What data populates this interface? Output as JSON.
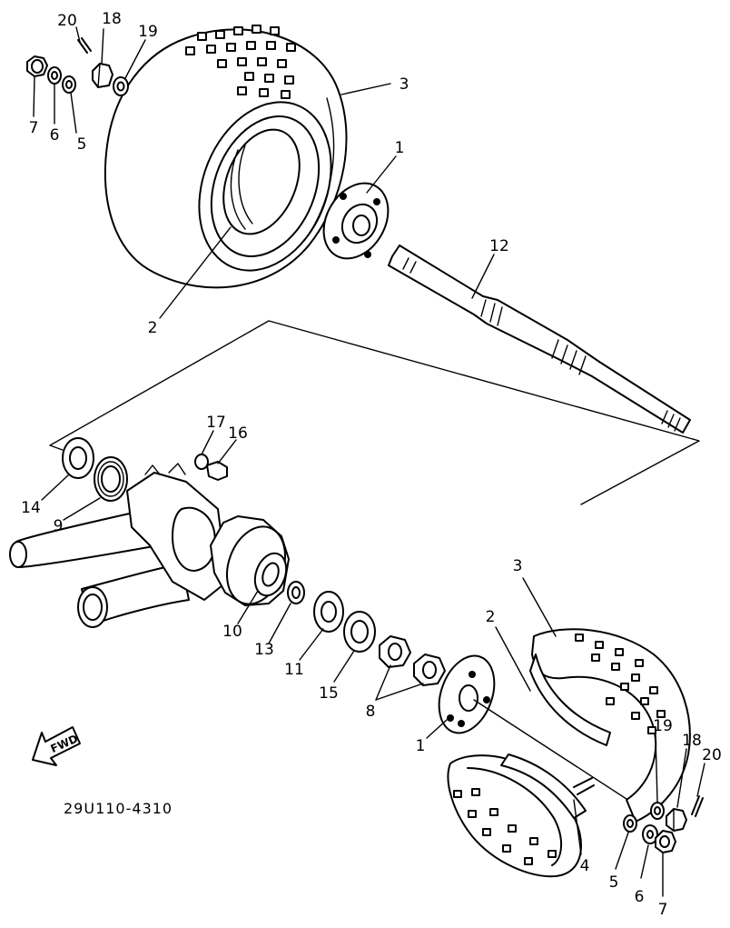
{
  "diagram": {
    "code": "29U110-4310",
    "fwd_label": "FWD",
    "callouts": {
      "c20_top": "20",
      "c18_top": "18",
      "c19_top": "19",
      "c7_top": "7",
      "c6_top": "6",
      "c5_top": "5",
      "c3_top": "3",
      "c1_top": "1",
      "c2_top": "2",
      "c12": "12",
      "c17": "17",
      "c16": "16",
      "c14": "14",
      "c9": "9",
      "c10": "10",
      "c13": "13",
      "c11": "11",
      "c15": "15",
      "c8": "8",
      "c3_bot": "3",
      "c2_bot": "2",
      "c1_bot": "1",
      "c4": "4",
      "c19_bot": "19",
      "c18_bot": "18",
      "c20_bot": "20",
      "c5_bot": "5",
      "c6_bot": "6",
      "c7_bot": "7"
    }
  }
}
